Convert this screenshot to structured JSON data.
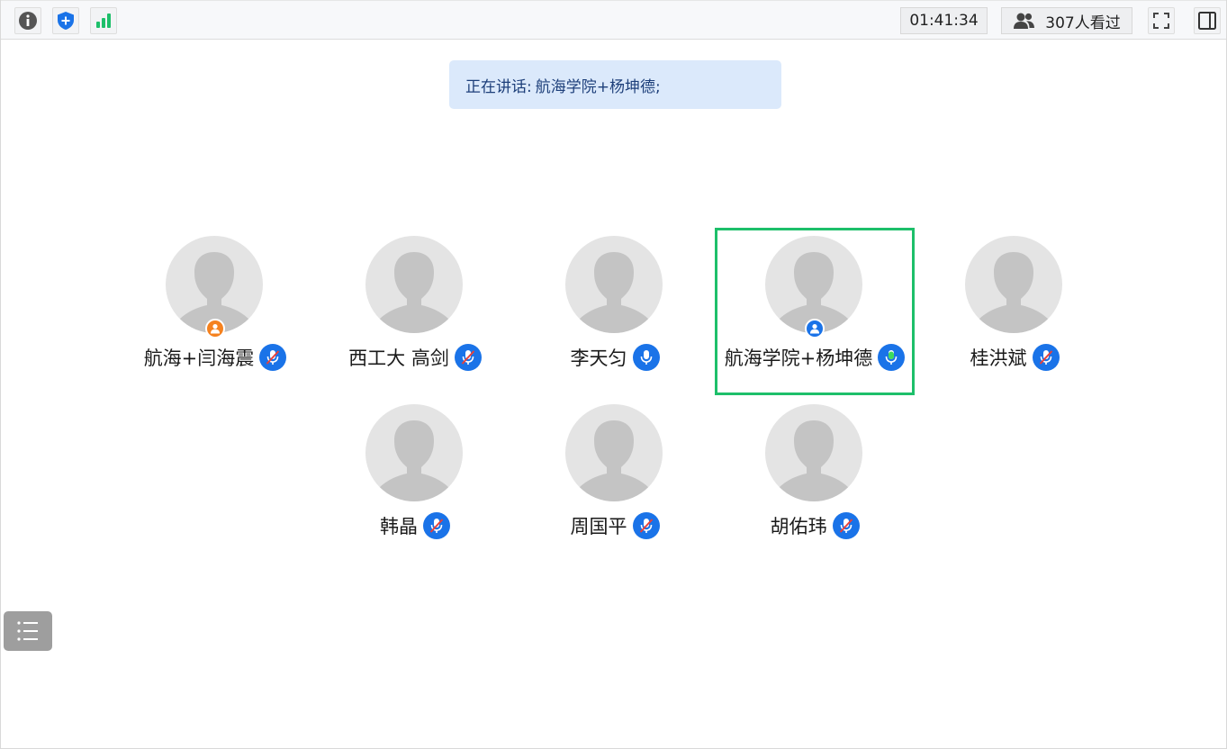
{
  "toolbar": {
    "icons": [
      "info-icon",
      "shield-plus-icon",
      "signal-bars-icon"
    ],
    "timer": "01:41:34",
    "viewers": "307人看过",
    "right_icons": [
      "fullscreen-icon",
      "side-panel-icon"
    ]
  },
  "speaking": {
    "label": "正在讲话:",
    "speakers": "航海学院+杨坤德;"
  },
  "participants": [
    {
      "name": "航海+闫海震",
      "mic": "muted",
      "role": "host"
    },
    {
      "name": "西工大 高剑",
      "mic": "muted",
      "role": ""
    },
    {
      "name": "李天匀",
      "mic": "on",
      "role": ""
    },
    {
      "name": "航海学院+杨坤德",
      "mic": "speaking",
      "role": "cohost"
    },
    {
      "name": "桂洪斌",
      "mic": "muted",
      "role": ""
    },
    {
      "name": "韩晶",
      "mic": "muted",
      "role": ""
    },
    {
      "name": "周国平",
      "mic": "muted",
      "role": ""
    },
    {
      "name": "胡佑玮",
      "mic": "muted",
      "role": ""
    }
  ],
  "colors": {
    "accent_blue": "#1a73e8",
    "speaking_green": "#1dbf6a",
    "host_orange": "#f5821f",
    "muted_red": "#e8413a"
  },
  "side_menu_icon": "list-icon"
}
